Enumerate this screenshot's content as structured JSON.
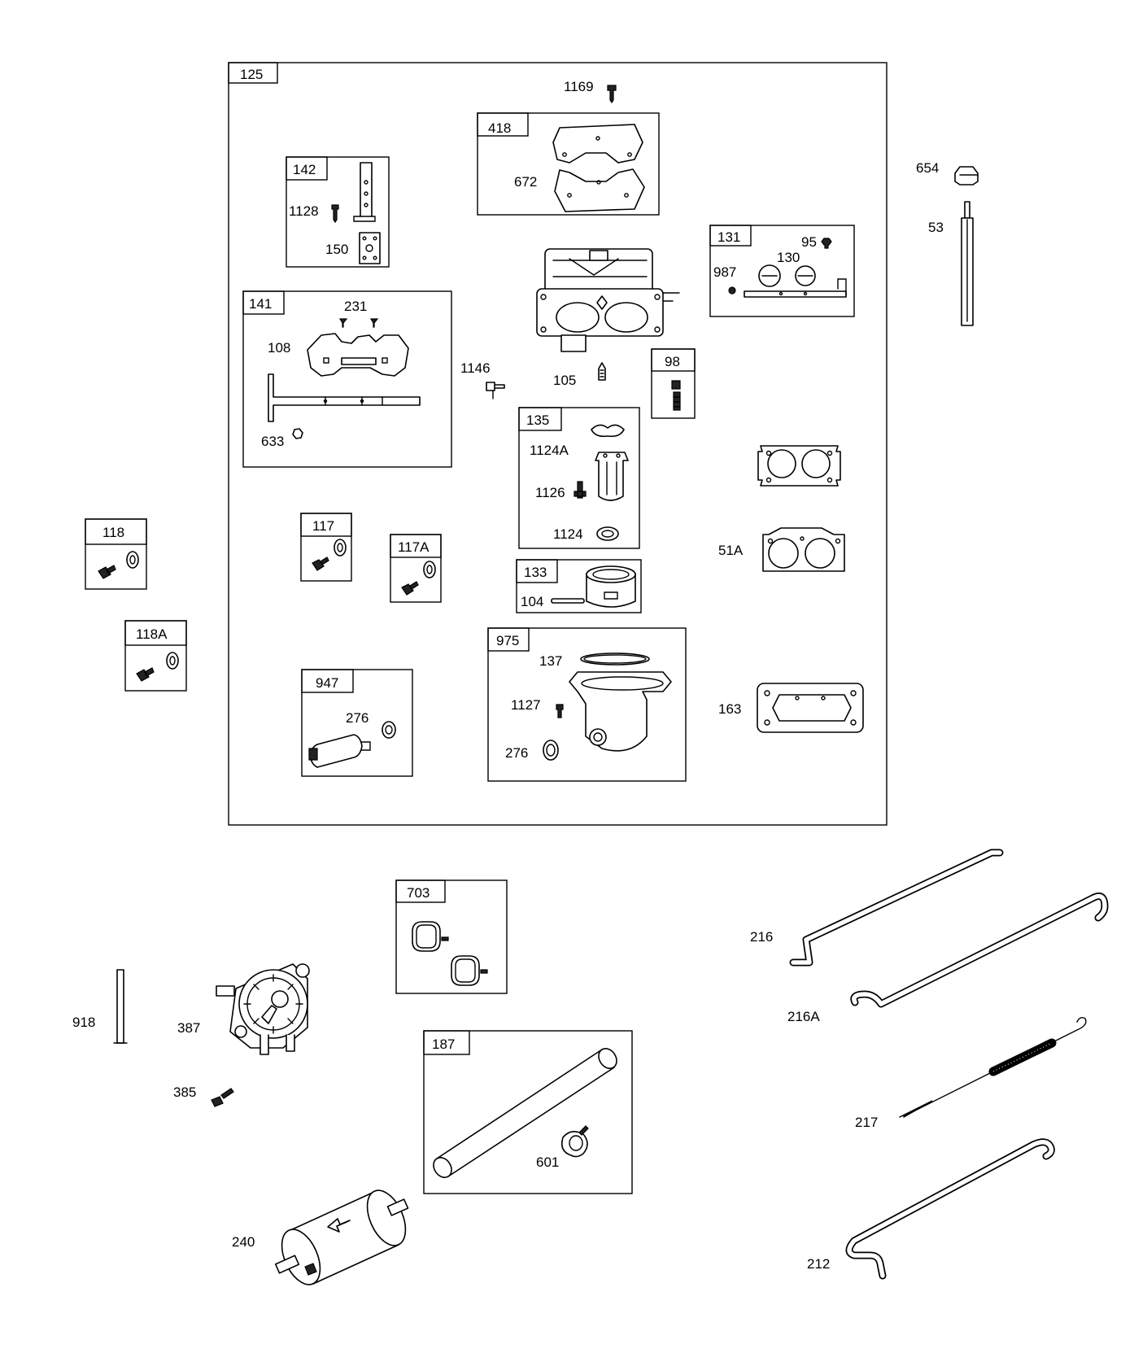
{
  "diagram": {
    "callouts": {
      "c125": "125",
      "c1169": "1169",
      "c418": "418",
      "c672": "672",
      "c142": "142",
      "c1128": "1128",
      "c150": "150",
      "c131": "131",
      "c95": "95",
      "c130": "130",
      "c987": "987",
      "c141": "141",
      "c231": "231",
      "c108": "108",
      "c633": "633",
      "c1146": "1146",
      "c105": "105",
      "c98": "98",
      "c135": "135",
      "c1124A": "1124A",
      "c1126": "1126",
      "c1124": "1124",
      "c117": "117",
      "c117A": "117A",
      "c133": "133",
      "c104": "104",
      "c51A": "51A",
      "c975": "975",
      "c137": "137",
      "c1127": "1127",
      "c276a": "276",
      "c276b": "276",
      "c947": "947",
      "c163": "163",
      "c118": "118",
      "c118A": "118A",
      "c654": "654",
      "c53": "53",
      "c703": "703",
      "c216": "216",
      "c216A": "216A",
      "c217": "217",
      "c212": "212",
      "c918": "918",
      "c387": "387",
      "c385": "385",
      "c187": "187",
      "c601": "601",
      "c240": "240"
    }
  }
}
